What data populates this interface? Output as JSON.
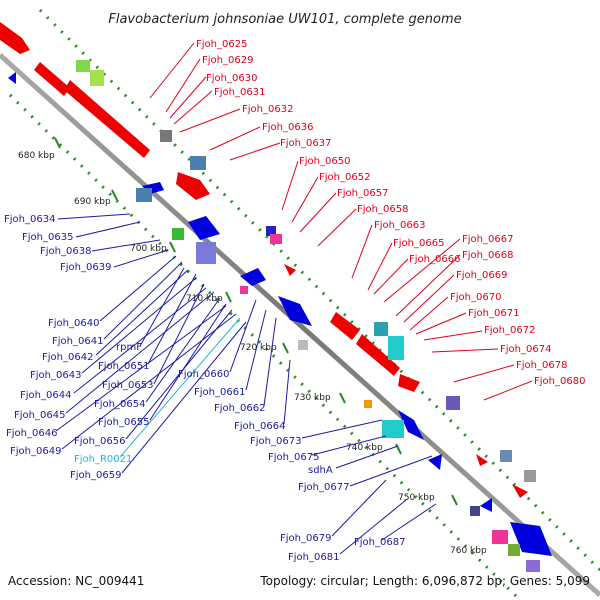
{
  "title": "Flavobacterium johnsoniae UW101, complete genome",
  "footer": {
    "accession": "Accession: NC_009441",
    "summary": "Topology: circular; Length: 6,096,872 bp; Genes: 5,099"
  },
  "scale_labels": [
    "680 kbp",
    "690 kbp",
    "700 kbp",
    "710 kbp",
    "720 kbp",
    "730 kbp",
    "740 kbp",
    "750 kbp",
    "760 kbp"
  ],
  "labels_forward": [
    "Fjoh_0625",
    "Fjoh_0629",
    "Fjoh_0630",
    "Fjoh_0631",
    "Fjoh_0632",
    "Fjoh_0636",
    "Fjoh_0637",
    "Fjoh_0650",
    "Fjoh_0652",
    "Fjoh_0657",
    "Fjoh_0658",
    "Fjoh_0663",
    "Fjoh_0665",
    "Fjoh_0666",
    "Fjoh_0667",
    "Fjoh_0668",
    "Fjoh_0669",
    "Fjoh_0670",
    "Fjoh_0671",
    "Fjoh_0672",
    "Fjoh_0674",
    "Fjoh_0678",
    "Fjoh_0680"
  ],
  "labels_reverse": [
    "Fjoh_0634",
    "Fjoh_0635",
    "Fjoh_0638",
    "Fjoh_0639",
    "Fjoh_0640",
    "Fjoh_0641",
    "rpmF",
    "Fjoh_0642",
    "Fjoh_0651",
    "Fjoh_0643",
    "Fjoh_0653",
    "Fjoh_0644",
    "Fjoh_0660",
    "Fjoh_0645",
    "Fjoh_0654",
    "Fjoh_0661",
    "Fjoh_0655",
    "Fjoh_0662",
    "Fjoh_0646",
    "Fjoh_0656",
    "Fjoh_0664",
    "Fjoh_0649",
    "Fjoh_0673",
    "Fjoh_R0021",
    "Fjoh_0675",
    "Fjoh_0659",
    "sdhA",
    "Fjoh_0677",
    "Fjoh_0679",
    "Fjoh_0687",
    "Fjoh_0681"
  ],
  "colors": {
    "forward_gene": "#ee0000",
    "reverse_gene": "#0000dd",
    "rna_gene": "#1fb6e0",
    "backbone": "#888888",
    "tick": "#2a8a2a"
  }
}
